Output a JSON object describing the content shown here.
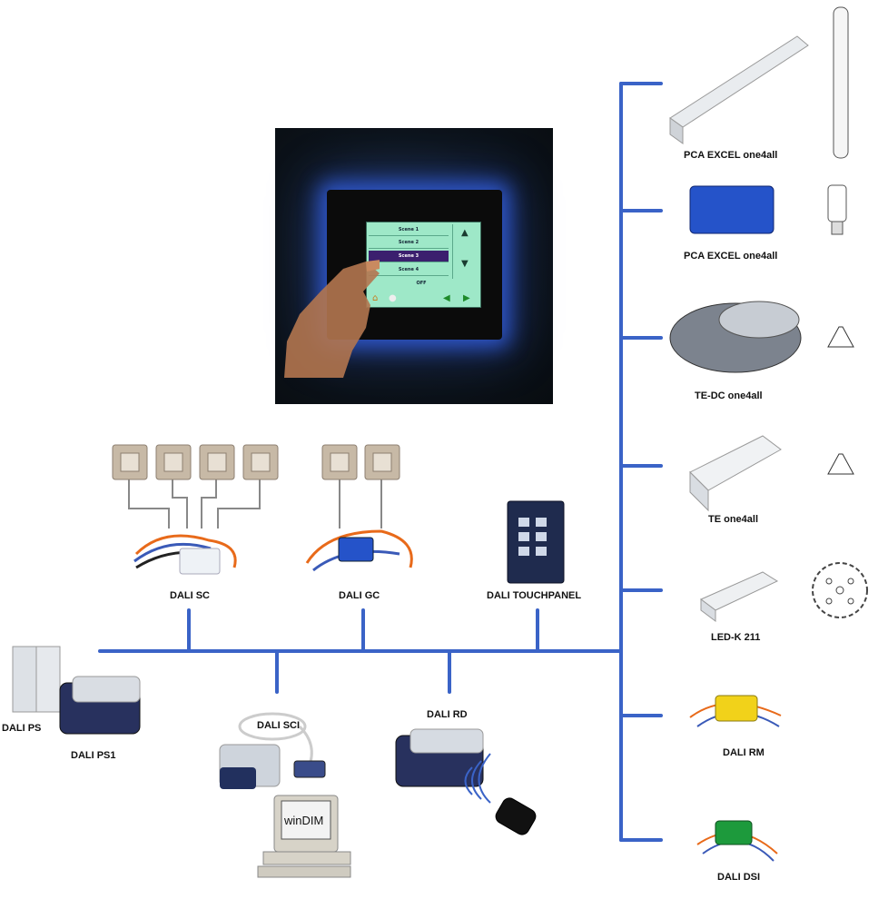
{
  "touchpanel_screen": {
    "scenes": [
      "Scene 1",
      "Scene 2",
      "Scene 3",
      "Scene 4"
    ],
    "active_scene_index": 2,
    "off_label": "OFF",
    "up_icon": "triangle-up-icon",
    "down_icon": "triangle-down-icon",
    "home_icon": "home-icon",
    "back_icon": "arrow-left-icon",
    "forward_icon": "arrow-right-icon"
  },
  "right_devices": [
    {
      "label": "PCA EXCEL one4all",
      "lamp": "fluorescent-tube-icon"
    },
    {
      "label": "PCA EXCEL one4all",
      "lamp": "compact-fluorescent-lamp-icon"
    },
    {
      "label": "TE-DC one4all",
      "lamp": "halogen-reflector-lamp-icon"
    },
    {
      "label": "TE one4all",
      "lamp": "halogen-reflector-lamp-icon"
    },
    {
      "label": "LED-K 211",
      "lamp": "led-module-icon"
    },
    {
      "label": "DALI RM",
      "lamp": ""
    },
    {
      "label": "DALI DSI",
      "lamp": ""
    }
  ],
  "bus_devices": {
    "sc": "DALI SC",
    "gc": "DALI GC",
    "touchpanel": "DALI TOUCHPANEL",
    "ps": "DALI PS",
    "ps1": "DALI PS1",
    "sci": "DALI SCI",
    "rd": "DALI RD",
    "windim": "winDIM"
  },
  "colors": {
    "bus": "#3a63c7",
    "switch_plate": "#c7b9a6",
    "device_blue": "#2553c9",
    "screen_green": "#9ee8c8",
    "active_scene": "#3b1f6e",
    "rm_yellow": "#f1d21a",
    "dsi_green": "#1d9a3c"
  }
}
